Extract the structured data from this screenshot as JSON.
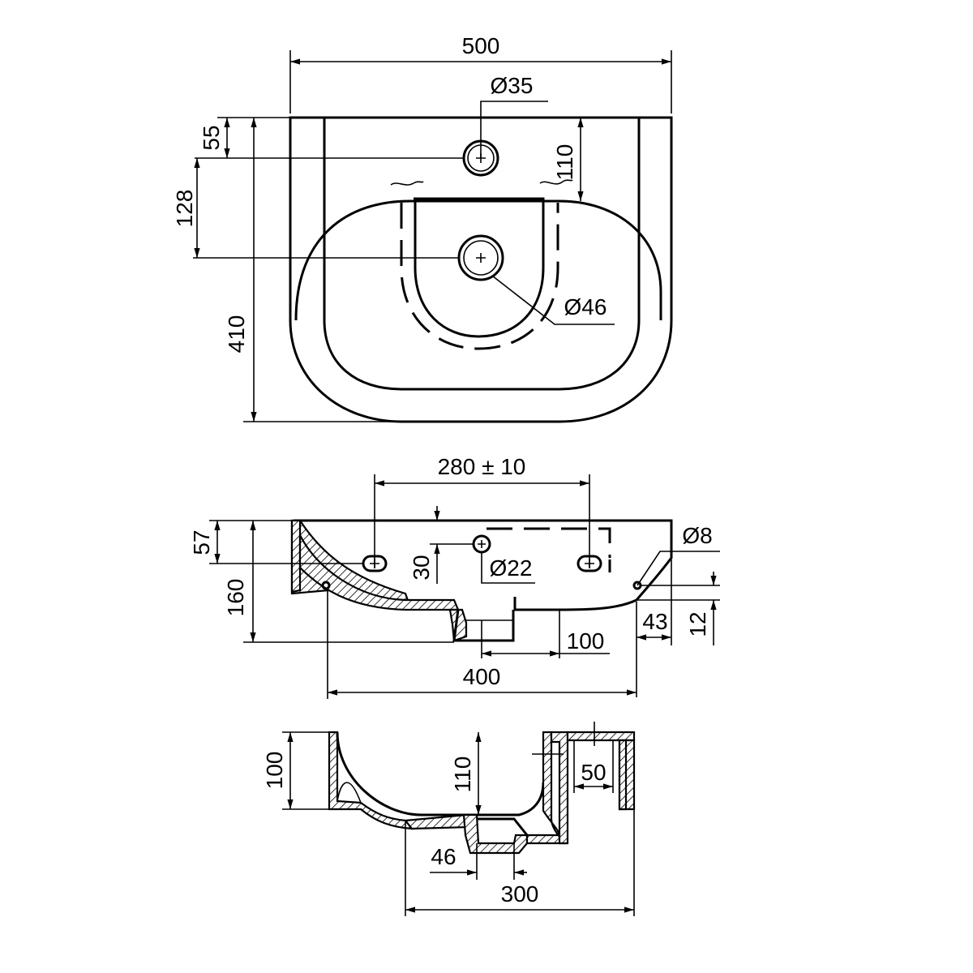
{
  "dimensions": {
    "top_width": "500",
    "top_tap_hole": "Ø35",
    "top_edge_to_tap": "55",
    "top_tap_to_drain": "128",
    "top_overall_depth": "410",
    "top_rear_ledge": "110",
    "top_drain_hole": "Ø46",
    "side_bracket_spacing": "280 ± 10",
    "side_top_to_bracket": "57",
    "side_overall_height": "160",
    "side_overflow_offset": "30",
    "side_overflow_hole": "Ø22",
    "side_front_hole": "Ø8",
    "side_hole_height": "12",
    "side_front_offset": "43",
    "side_drain_offset": "100",
    "side_wall_to_front": "400",
    "section_bowl_depth": "100",
    "section_inner_depth": "110",
    "section_rim_width": "50",
    "section_waste_width": "46",
    "section_width": "300"
  }
}
